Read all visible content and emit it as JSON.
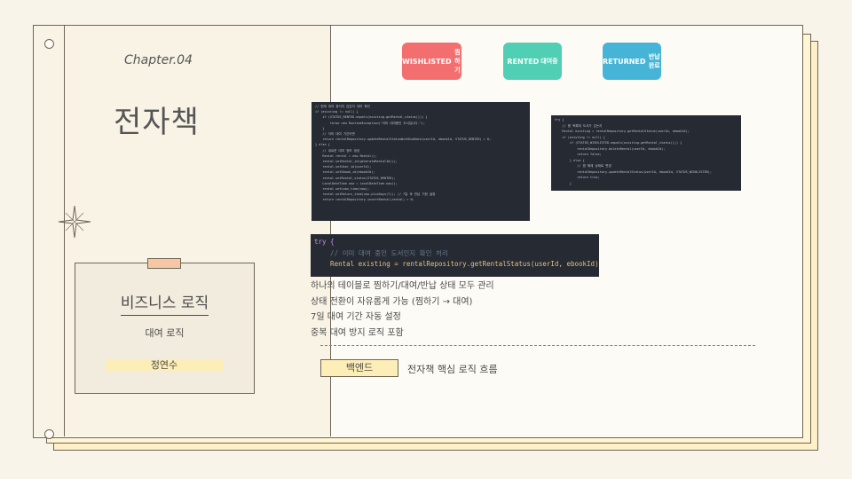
{
  "chapter": "Chapter.04",
  "title": "전자책",
  "card": {
    "title": "비즈니스 로직",
    "subtitle": "대여 로직",
    "author": "정연수"
  },
  "flow": [
    {
      "en": "WISHLISTED",
      "ko": "찜하기",
      "color": "#f36f6f"
    },
    {
      "en": "RENTED",
      "ko": "대여중",
      "color": "#50cfb5"
    },
    {
      "en": "RETURNED",
      "ko": "반납완료",
      "color": "#46b4d6"
    }
  ],
  "arrow": "→",
  "code_main": [
    "// 현재 대여 중이지 않은지 대여 확인",
    "if (existing != null) {",
    "    if (STATUS_RENTED.equals(existing.getRental_status())) {",
    "        throw new RuntimeException(\"이미 대여중인 도서입니다.\");",
    "    }",
    "    // 이미 대여 기간이면",
    "    return rentalRepository.updateRentalStatusWithDueDate(userId, ebookId, STATUS_RENTED) > 0;",
    "} else {",
    "    // 새로운 대여 정보 생성",
    "    Rental rental = new Rental();",
    "    rental.setRental_id(generateRentalId());",
    "    rental.setUser_id(userId);",
    "    rental.setEbook_id(ebookId);",
    "    rental.setRental_status(STATUS_RENTED);",
    "",
    "    LocalDateTime now = LocalDateTime.now();",
    "    rental.setLoan_time(now);",
    "    rental.setReturn_time(now.plusDays(7)); // 7일 후 반납 기한 설정",
    "",
    "    return rentalRepository.insertRental(rental) > 0;"
  ],
  "code_side": [
    "try {",
    "    // 찜 목록에 도서가 있는지",
    "    Rental existing = rentalRepository.getRentalStatus(userId, ebookId);",
    "",
    "    if (existing != null) {",
    "        if (STATUS_WISHLISTED.equals(existing.getRental_status())) {",
    "            rentalRepository.deleteRental(userId, ebookId);",
    "            return false;",
    "        } else {",
    "            // 찜 해제 상태로 변경",
    "            rentalRepository.updateRentalStatus(userId, ebookId, STATUS_WISHLISTED);",
    "            return true;",
    "        }"
  ],
  "code_zoom": [
    "try {",
    "    // 이미 대여 중인 도서인지 확인 처리",
    "    Rental existing = rentalRepository.getRentalStatus(userId, ebookId);"
  ],
  "bullets": [
    "하나의 테이블로 찜하기/대여/반납 상태 모두 관리",
    "상태 전환이 자유롭게 가능 (찜하기 → 대여)",
    "7일 대여 기간 자동 설정",
    "중복 대여 방지 로직 포함"
  ],
  "tag": {
    "label": "백엔드",
    "description": "전자책 핵심 로직 흐름"
  }
}
